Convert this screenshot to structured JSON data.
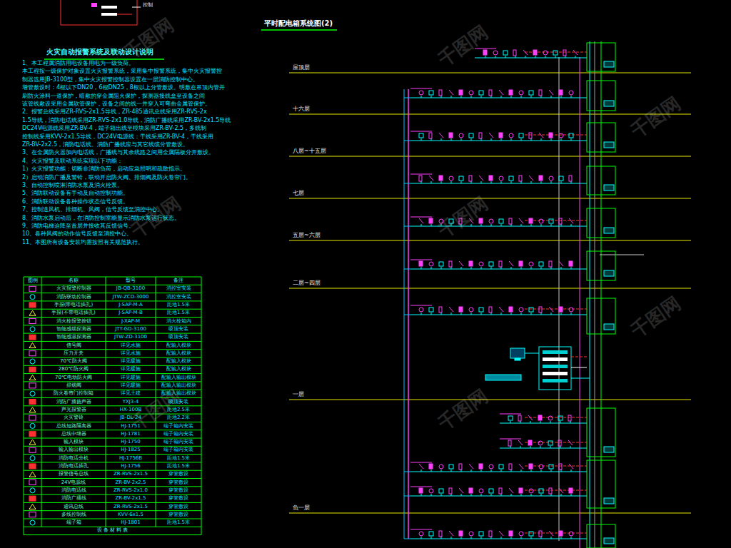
{
  "diagram": {
    "title": "平时配电箱系统图(2)",
    "labels": [
      "控制",
      "火灾自动报警系统及联动设计说明",
      "1、本工程属消防用电设备用电为一级负荷。",
      "本工程按一级保护对象设置火灾报警系统，采用集中报警系统，集中火灾报警控",
      "制器选用JB-3100型，集中火灾报警控制器设置在一层消防控制中心。",
      "增管敷设时：4根以下DN20，6根DN25，8根以上分管敷设。明敷在吊顶内管并",
      "刷防火涂料一道保护，暗敷的穿金属阻火保护，探测器接线盒至设备之间",
      "该管线敷设采用金属软管保护，设备之间的线一并穿入可弯曲金属管保护。",
      "2、报警总线采用ZR-RVS-2x1.5导线，ZR-485通讯总线采用ZR-RVS-2x",
      "1.5导线，消防电话线采用ZR-RVS-2x1.0导线，消防广播线采用ZR-BV-2x1.5导线",
      "DC24V电源线采用ZR-BV-4，端子箱出线至模块采用ZR-BV-2.5，多线制",
      "控制线采用KVV-2x1.5导线，DC24V电源线：干线采用ZR-BV-4，干线采用",
      "ZR-BV-2x2.5，消防电话线、消防广播线应与其它线缆分管敷设。",
      "3、在金属防火器加内电话线，广播线与其余线路之间用金属隔板分开敷设。",
      "4、火灾报警及联动系统实现以下功能：",
      "1）火灾报警功能：切断非消防负荷，启动应急照明和疏散指示。",
      "2）启动消防广播及警铃，联动开启防火阀、排烟阀及防火卷帘门。",
      "3、自动控制喷淋消防水泵及消火栓泵。",
      "5、消防联动设备有手动及自动控制功能。",
      "6、消防联动设备各种操作状态信号反馈。",
      "7、控制送风机、排烟机、风阀，信号反馈至消控中心。",
      "8、消防水泵启动后，在消防控制室能显示消防水泵运行状态。",
      "9、消防电梯迫降至首层并接收其反馈信号。",
      "10、各种风阀的动作信号反馈至消控中心。",
      "11、本图所有设备安装均需按照有关规范执行。",
      "图例",
      "名称",
      "型号",
      "备注",
      "火灾报警控制器",
      "JB-QB-3100",
      "消控室安装",
      "消防联动控制器",
      "JTW-ZCD-3000",
      "消控室安装",
      "手报(带电话插孔)",
      "J-SAP-M-A",
      "距地1.5米",
      "手报(不带电话插孔)",
      "J-SAP-M-B",
      "距地1.5米",
      "消火栓报警按钮",
      "J-XAP-M",
      "消火栓箱内",
      "智能感烟探测器",
      "JTY-GD-3100",
      "吸顶安装",
      "智能感温探测器",
      "JTW-ZD-3100",
      "吸顶安装",
      "信号阀",
      "详见水施",
      "配输入模块",
      "压力开关",
      "详见水施",
      "配输入模块",
      "70℃防火阀",
      "详见暖施",
      "配输入模块",
      "280℃防火阀",
      "详见暖施",
      "配输入模块",
      "70℃电动防火阀",
      "详见暖施",
      "配输入输出模块",
      "排烟阀",
      "详见暖施",
      "配输入输出模块",
      "防火卷帘门控制箱",
      "详见土建",
      "配输入输出模块",
      "消防广播扬声器",
      "YXJ3-4",
      "吸顶安装",
      "声光报警器",
      "HX-100B",
      "距地2.5米",
      "火灾警铃",
      "JB-DL-24",
      "距地2.2米",
      "总线短路隔离器",
      "HJ-1751",
      "端子箱内安装",
      "总线中继器",
      "HJ-1781",
      "端子箱内安装",
      "输入模块",
      "HJ-1750",
      "端子箱内安装",
      "输入输出模块",
      "HJ-1825",
      "端子箱内安装",
      "消防电话分机",
      "HJ-1756B",
      "距地1.5米",
      "消防电话插孔",
      "HJ-1756",
      "距地1.5米",
      "报警信号总线",
      "ZR-RVS-2x1.5",
      "穿管敷设",
      "24V电源线",
      "ZR-BV-2x2.5",
      "穿管敷设",
      "消防电话线",
      "ZR-RVS-2x1.0",
      "穿管敷设",
      "消防广播线",
      "ZR-BV-2x1.5",
      "穿管敷设",
      "通讯总线",
      "ZR-RVS-2x1.5",
      "穿管敷设",
      "多线控制线",
      "KVV-6x1.5",
      "穿管敷设",
      "端子箱",
      "HJ-1801",
      "距地1.5米",
      "设 备 材 料 表",
      "屋顶层",
      "十六层",
      "八层~十五层",
      "七层",
      "五层~六层",
      "二层~四层",
      "一层",
      "负一层",
      "千图网",
      "千图网",
      "千图网",
      "千图网",
      "千图网",
      "千图网",
      "千图网",
      "千图网"
    ]
  }
}
